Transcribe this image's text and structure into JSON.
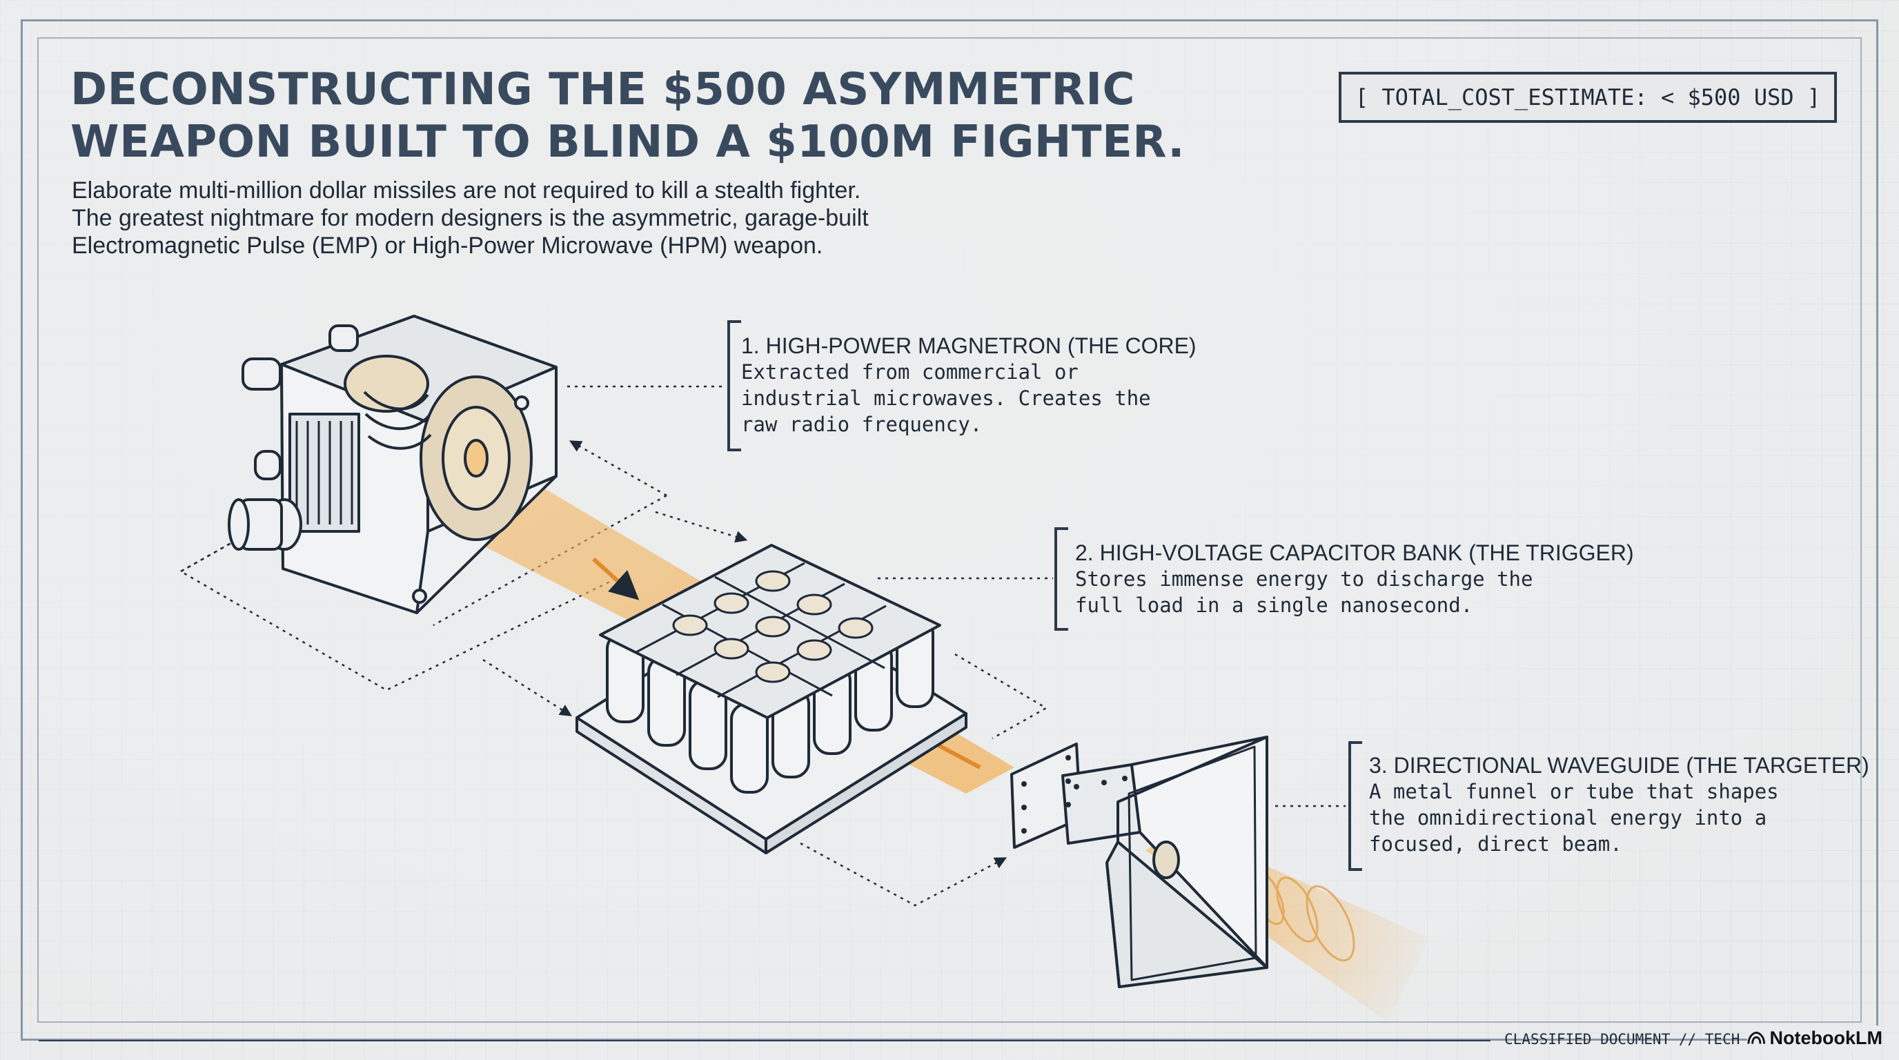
{
  "header": {
    "title_line1": "DECONSTRUCTING THE $500 ASYMMETRIC",
    "title_line2": "WEAPON BUILT TO BLIND A $100M FIGHTER.",
    "subtitle_line1": "Elaborate multi-million dollar missiles are not required to kill a stealth fighter.",
    "subtitle_line2": "The greatest nightmare for modern designers is the asymmetric, garage-built",
    "subtitle_line3": "Electromagnetic Pulse (EMP) or High-Power Microwave (HPM) weapon."
  },
  "cost_estimate": "[ TOTAL_COST_ESTIMATE: < $500 USD ]",
  "components": [
    {
      "heading": "1. HIGH-POWER MAGNETRON (THE CORE)",
      "lines": [
        "Extracted from commercial or",
        "industrial microwaves. Creates the",
        "raw radio frequency."
      ]
    },
    {
      "heading": "2. HIGH-VOLTAGE CAPACITOR BANK (THE TRIGGER)",
      "lines": [
        "Stores immense energy to discharge the",
        "full load in a single nanosecond."
      ]
    },
    {
      "heading": "3. DIRECTIONAL WAVEGUIDE (THE TARGETER)",
      "lines": [
        "A metal funnel or tube that shapes",
        "the omnidirectional energy into a",
        "focused, direct beam."
      ]
    }
  ],
  "footer": {
    "classification": "CLASSIFIED DOCUMENT // TECH",
    "brand": "NotebookLM"
  },
  "colors": {
    "ink": "#2c3a4b",
    "beam": "#f0b15c",
    "background": "#e9ebec"
  }
}
